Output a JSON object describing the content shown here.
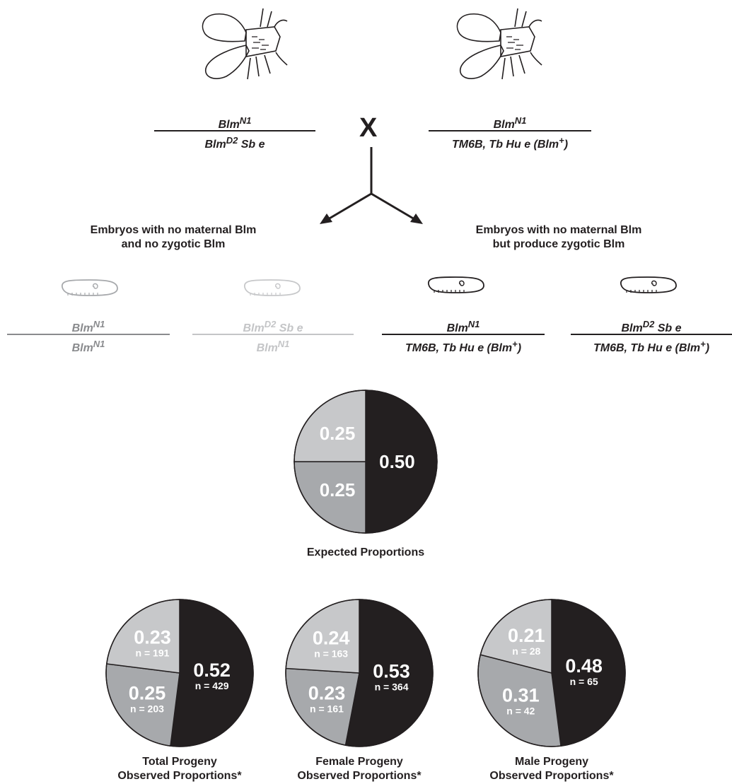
{
  "cross": {
    "symbol": "X",
    "mother": {
      "num_base": "Blm",
      "num_sup": "N1",
      "den_base": "Blm",
      "den_sup": "D2",
      "den_rest": " Sb e"
    },
    "father": {
      "num_base": "Blm",
      "num_sup": "N1",
      "den_pre": "TM6B, Tb Hu e (Blm",
      "den_sup": "+",
      "den_post": ")"
    }
  },
  "groups": {
    "left": {
      "line1": "Embryos with no maternal Blm",
      "line2": "and no zygotic Blm"
    },
    "right": {
      "line1": "Embryos with no maternal Blm",
      "line2": "but produce zygotic Blm"
    }
  },
  "embryos": [
    {
      "num_base": "Blm",
      "num_sup": "N1",
      "num_rest": "",
      "den_pre": "Blm",
      "den_sup": "N1",
      "den_post": ""
    },
    {
      "num_base": "Blm",
      "num_sup": "D2",
      "num_rest": " Sb e",
      "den_pre": "Blm",
      "den_sup": "N1",
      "den_post": ""
    },
    {
      "num_base": "Blm",
      "num_sup": "N1",
      "num_rest": "",
      "den_pre": "TM6B, Tb Hu e (Blm",
      "den_sup": "+",
      "den_post": ")"
    },
    {
      "num_base": "Blm",
      "num_sup": "D2",
      "num_rest": " Sb e",
      "den_pre": "TM6B, Tb Hu e (Blm",
      "den_sup": "+",
      "den_post": ")"
    }
  ],
  "colors": {
    "black": "#231f20",
    "dark_gray": "#a7a9ac",
    "light_gray": "#c7c8ca",
    "text_light": "#ffffff"
  },
  "chart_data": [
    {
      "type": "pie",
      "title": "Expected Proportions",
      "title_line2": "",
      "slices": [
        {
          "label": "0.50",
          "n": "",
          "value": 0.5,
          "color": "#231f20"
        },
        {
          "label": "0.25",
          "n": "",
          "value": 0.25,
          "color": "#a7a9ac"
        },
        {
          "label": "0.25",
          "n": "",
          "value": 0.25,
          "color": "#c7c8ca"
        }
      ]
    },
    {
      "type": "pie",
      "title": "Total Progeny",
      "title_line2": "Observed Proportions*",
      "slices": [
        {
          "label": "0.52",
          "n": "n = 429",
          "value": 0.52,
          "color": "#231f20"
        },
        {
          "label": "0.25",
          "n": "n = 203",
          "value": 0.25,
          "color": "#a7a9ac"
        },
        {
          "label": "0.23",
          "n": "n = 191",
          "value": 0.23,
          "color": "#c7c8ca"
        }
      ]
    },
    {
      "type": "pie",
      "title": "Female Progeny",
      "title_line2": "Observed Proportions*",
      "slices": [
        {
          "label": "0.53",
          "n": "n = 364",
          "value": 0.53,
          "color": "#231f20"
        },
        {
          "label": "0.23",
          "n": "n = 161",
          "value": 0.23,
          "color": "#a7a9ac"
        },
        {
          "label": "0.24",
          "n": "n = 163",
          "value": 0.24,
          "color": "#c7c8ca"
        }
      ]
    },
    {
      "type": "pie",
      "title": "Male Progeny",
      "title_line2": "Observed Proportions*",
      "slices": [
        {
          "label": "0.48",
          "n": "n = 65",
          "value": 0.48,
          "color": "#231f20"
        },
        {
          "label": "0.31",
          "n": "n = 42",
          "value": 0.31,
          "color": "#a7a9ac"
        },
        {
          "label": "0.21",
          "n": "n = 28",
          "value": 0.21,
          "color": "#c7c8ca"
        }
      ]
    }
  ]
}
